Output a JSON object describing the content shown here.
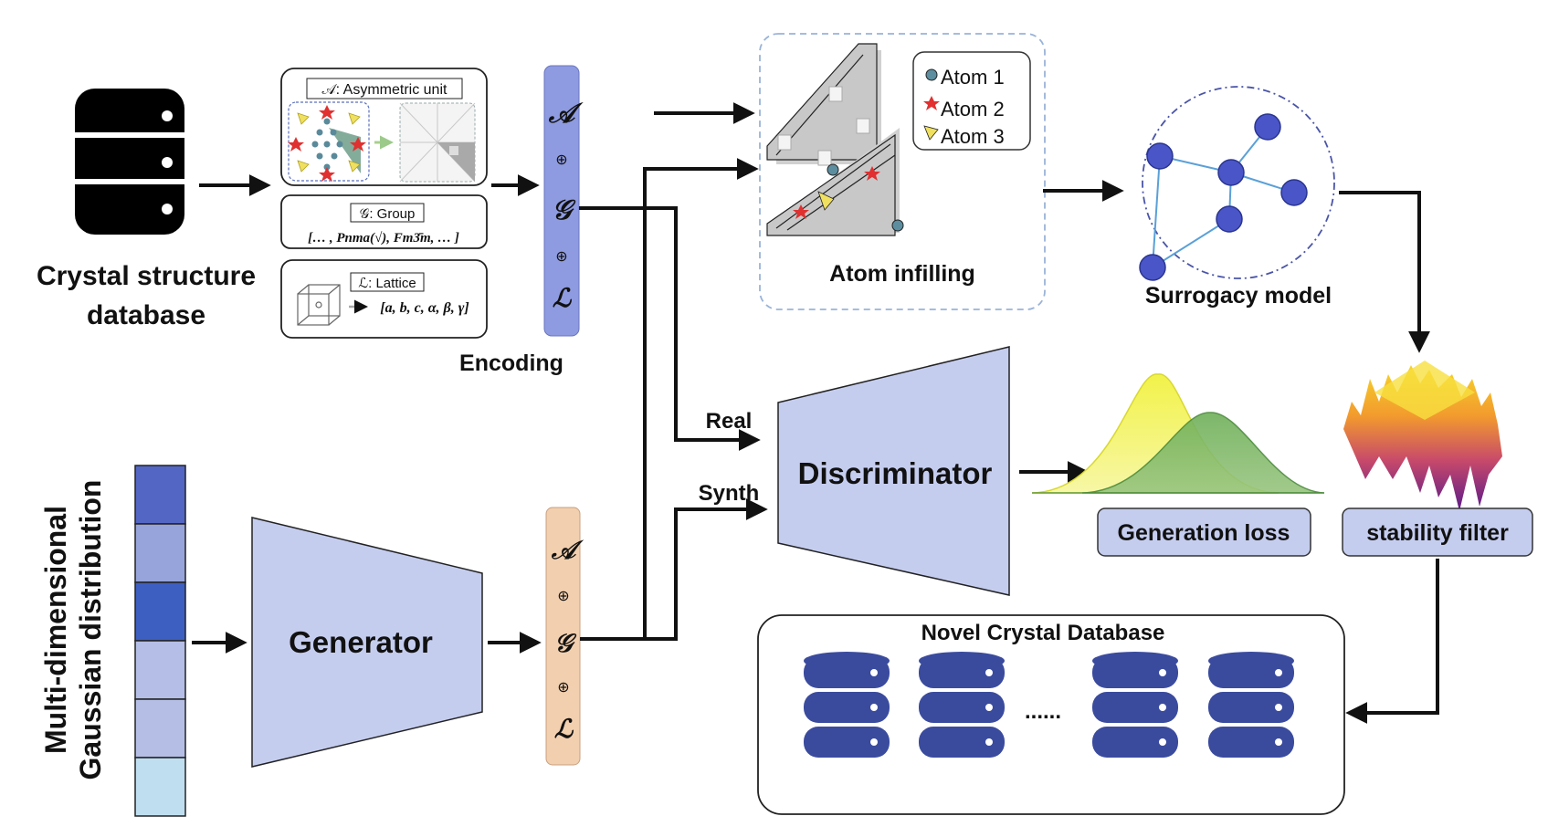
{
  "database": {
    "label_line1": "Crystal structure",
    "label_line2": "database"
  },
  "encoding": {
    "label": "Encoding",
    "asym_title": "𝒜: Asymmetric unit",
    "group_title": "𝒢: Group",
    "group_list": "[… , Pnma(√), Fm3̄m, … ]",
    "lattice_title": "ℒ: Lattice",
    "lattice_params": "[a, b, c, α, β, γ]"
  },
  "vector": {
    "a": "𝒜",
    "g": "𝒢",
    "l": "ℒ",
    "plus": "⊕"
  },
  "infilling": {
    "label": "Atom infilling",
    "legend": [
      "Atom 1",
      "Atom 2",
      "Atom 3"
    ]
  },
  "surrogacy": {
    "label": "Surrogacy model"
  },
  "gaussian": {
    "line1": "Multi-dimensional",
    "line2": "Gaussian distribution"
  },
  "generator": {
    "label": "Generator"
  },
  "discriminator": {
    "label": "Discriminator",
    "real": "Real",
    "synth": "Synth"
  },
  "loss": {
    "label": "Generation loss"
  },
  "stability": {
    "label": "stability filter"
  },
  "novel": {
    "title": "Novel Crystal Database",
    "ellipsis": "......"
  },
  "colors": {
    "vector_real": "#8e9be0",
    "vector_synth": "#f2cfae",
    "generator": "#c5cdef",
    "node": "#4a55c8",
    "db_novel": "#3a4b9e",
    "gaussian": [
      "#5466c4",
      "#97a4db",
      "#3e5fc2",
      "#b4bee6",
      "#b5bfe6",
      "#bfdff0"
    ]
  }
}
